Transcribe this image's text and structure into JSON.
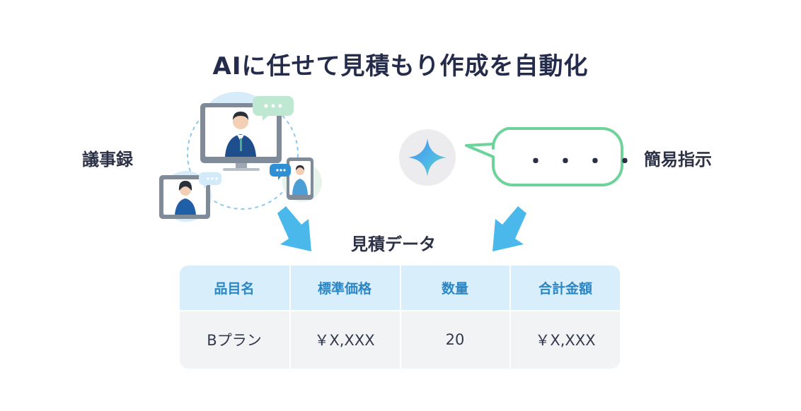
{
  "title": "AIに任せて見積もり作成を自動化",
  "left_label": "議事録",
  "right_label": "簡易指示",
  "center_label": "見積データ",
  "speech_dots": "・・・・",
  "colors": {
    "accent_blue": "#4ab8ea",
    "accent_green": "#6ed39a",
    "title_color": "#252b4a",
    "header_bg": "#d9eefb",
    "header_text": "#2a86c5"
  },
  "icons": [
    "meeting-video-icon",
    "ai-sparkle-icon",
    "speech-bubble-icon",
    "arrow-down-icon"
  ],
  "table": {
    "headers": [
      "品目名",
      "標準価格",
      "数量",
      "合計金額"
    ],
    "rows": [
      [
        "Bプラン",
        "￥X,XXX",
        "20",
        "￥X,XXX"
      ]
    ]
  }
}
